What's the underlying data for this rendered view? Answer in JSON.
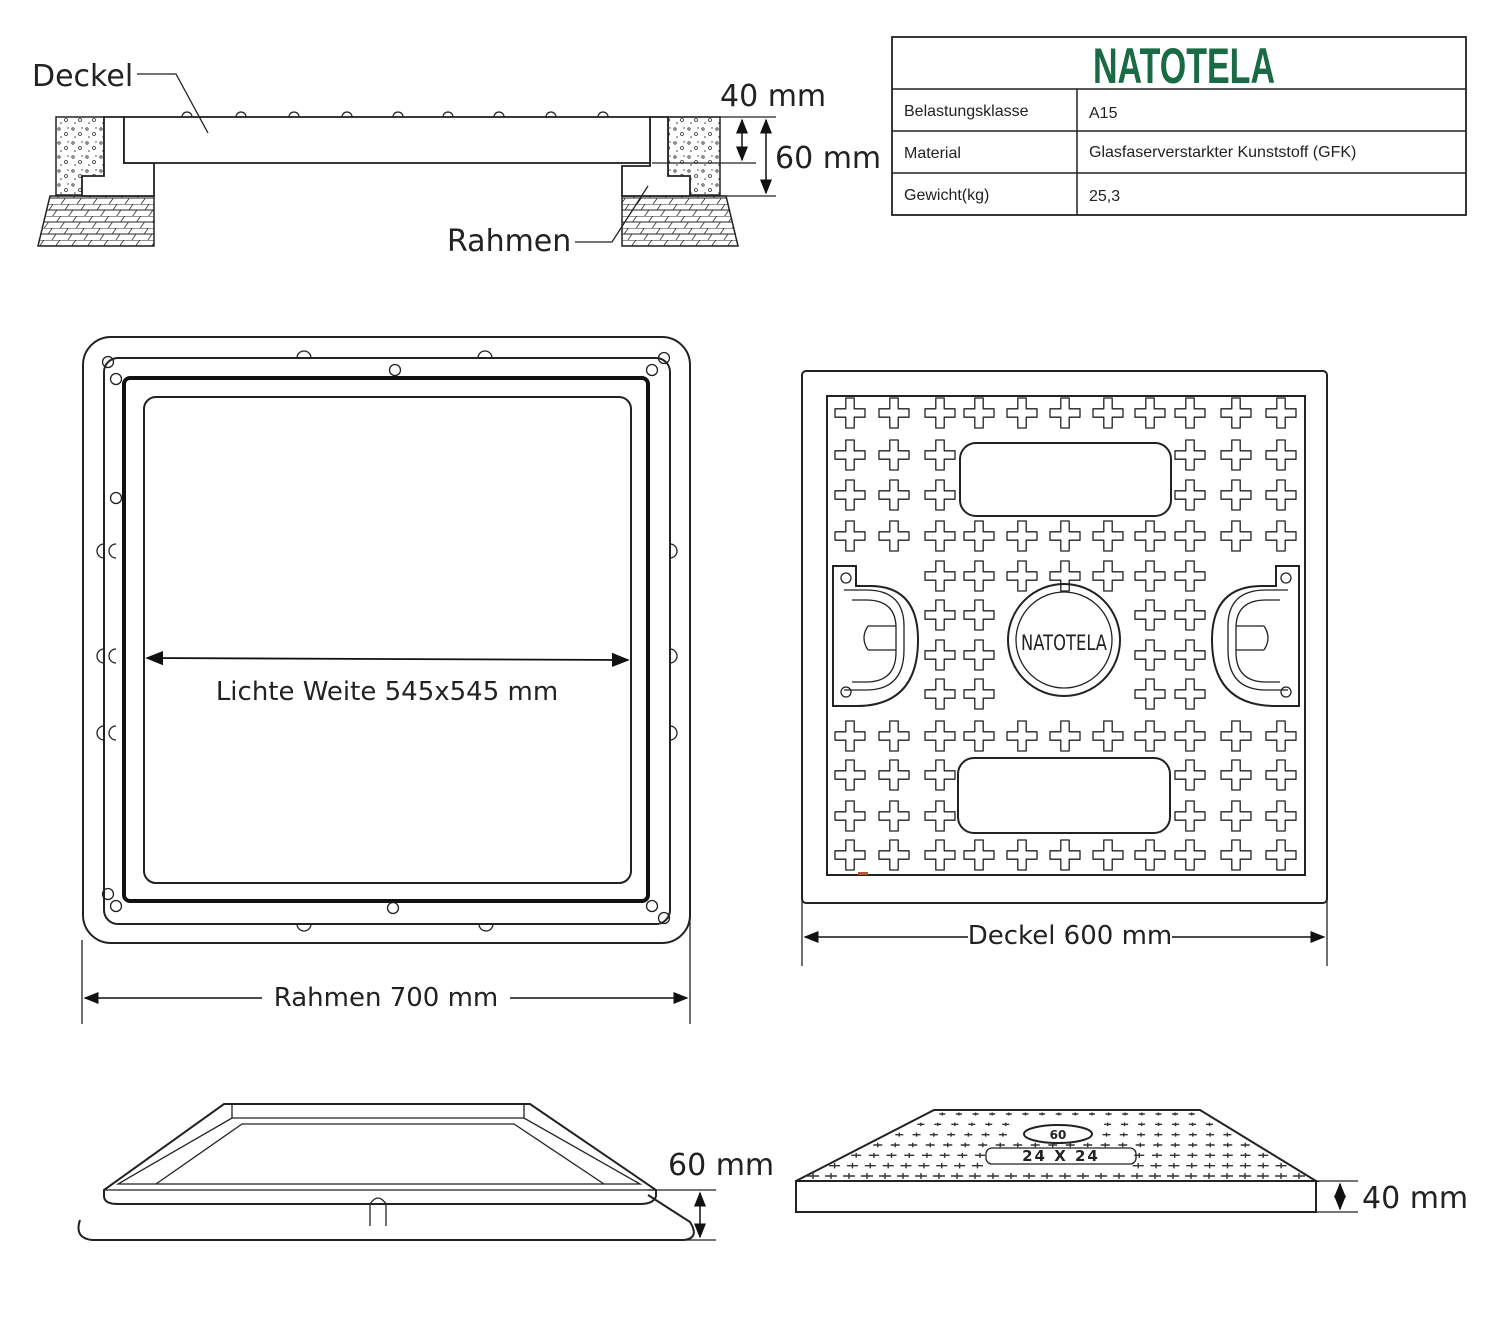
{
  "brand": {
    "name": "NATOTELA",
    "color": "#1a6b45"
  },
  "section": {
    "label_lid": "Deckel",
    "label_frame": "Rahmen",
    "dim_40": "40 mm",
    "dim_60": "60 mm"
  },
  "specs": {
    "rows": [
      {
        "key": "Belastungsklasse",
        "value": "A15"
      },
      {
        "key": "Material",
        "value": "Glasfaserverstarkter Kunststoff (GFK)"
      },
      {
        "key": "Gewicht(kg)",
        "value": "25,3"
      }
    ]
  },
  "frame_view": {
    "inner_label": "Lichte Weite 545x545 mm",
    "width_label": "Rahmen 700 mm"
  },
  "lid_view": {
    "width_label": "Deckel 600 mm",
    "emblem_text": "NATOTELA"
  },
  "perspective": {
    "frame_height": "60 mm",
    "lid_height": "40 mm",
    "lid_mark_size": "24 X 24",
    "lid_mark_class": "60"
  }
}
